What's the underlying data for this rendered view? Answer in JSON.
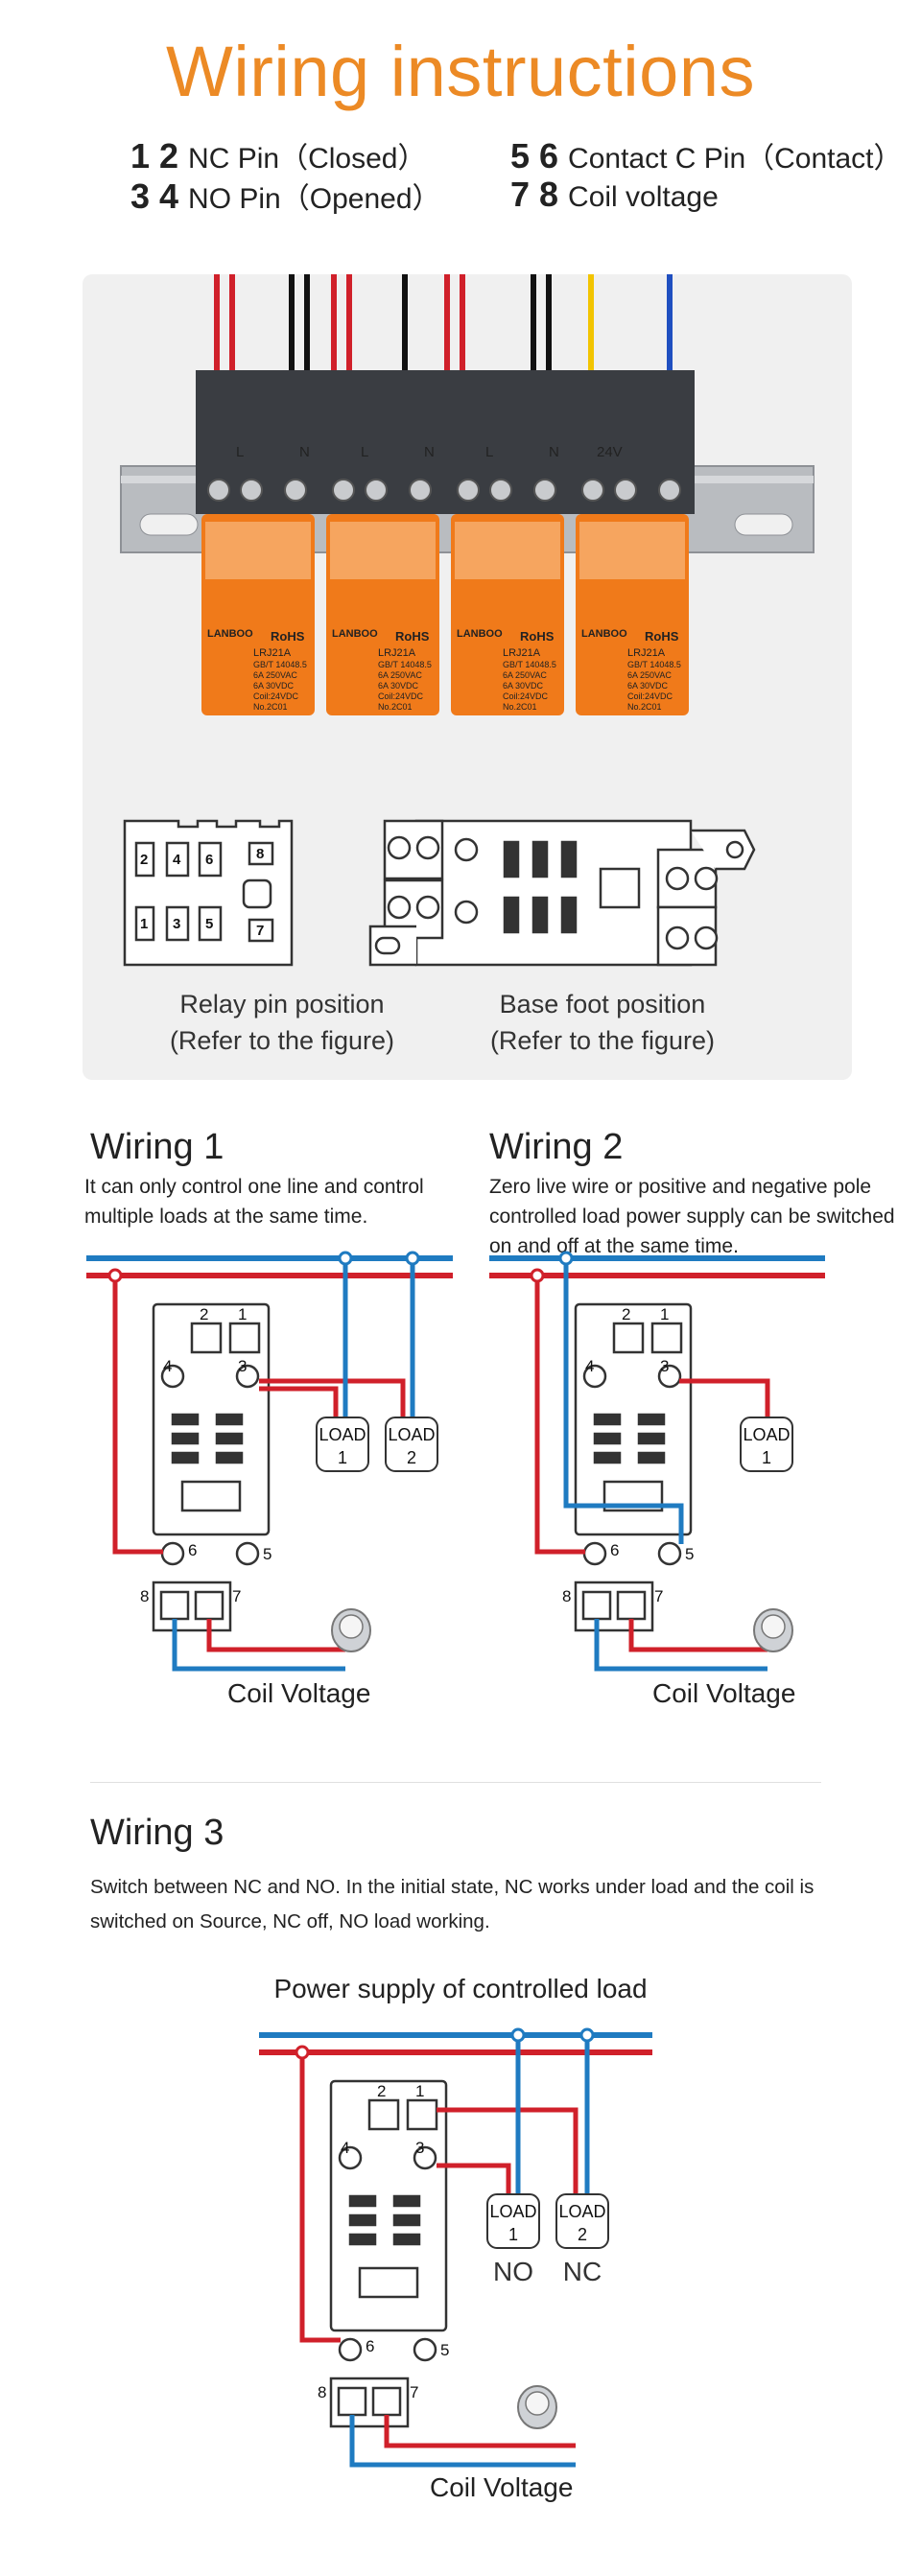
{
  "title": "Wiring instructions",
  "pins": [
    {
      "num": "1 2",
      "label": "NC Pin（Closed）"
    },
    {
      "num": "5 6",
      "label": "Contact C Pin（Contact）"
    },
    {
      "num": "3 4",
      "label": "NO Pin（Opened）"
    },
    {
      "num": "7 8",
      "label": "Coil voltage"
    }
  ],
  "relay_markings": {
    "brand": "LANBOO",
    "rohs": "RoHS",
    "model": "LRJ21A",
    "spec": [
      "GB/T 14048.5",
      "6A 250VAC",
      "6A 30VDC",
      "Coil:24VDC",
      "No.2C01"
    ],
    "terminal_labels": [
      "L",
      "N",
      "24V"
    ]
  },
  "relay_pins": [
    "1",
    "2",
    "3",
    "4",
    "5",
    "6",
    "7",
    "8"
  ],
  "captions": {
    "relay": [
      "Relay pin position",
      "(Refer to the figure)"
    ],
    "base": [
      "Base foot position",
      "(Refer to the figure)"
    ]
  },
  "wiring1": {
    "title": "Wiring 1",
    "desc": [
      "It can only control one line and control",
      "multiple loads at the same time."
    ],
    "loads": [
      {
        "top": "LOAD",
        "bottom": "1"
      },
      {
        "top": "LOAD",
        "bottom": "2"
      }
    ],
    "coil": "Coil  Voltage"
  },
  "wiring2": {
    "title": "Wiring 2",
    "desc": [
      "Zero live wire or positive and negative pole",
      " controlled load power supply can be switched",
      "on and off at the same time."
    ],
    "loads": [
      {
        "top": "LOAD",
        "bottom": "1"
      }
    ],
    "coil": "Coil Voltage"
  },
  "wiring3": {
    "title": "Wiring  3",
    "desc": [
      "Switch between NC and NO.  In the initial state,  NC works under load and the coil is",
      "switched on  Source, NC off, NO load working."
    ],
    "supply": "Power supply of controlled load",
    "loads": [
      {
        "top": "LOAD",
        "bottom": "1",
        "tag": "NO"
      },
      {
        "top": "LOAD",
        "bottom": "2",
        "tag": "NC"
      }
    ],
    "coil": "Coil Voltage"
  },
  "colors": {
    "title": "#ec8a25",
    "red_wire": "#d0202a",
    "blue_wire": "#1f7bc1",
    "relay_orange": "#f07a1a",
    "panel": "#f0f0f0"
  }
}
